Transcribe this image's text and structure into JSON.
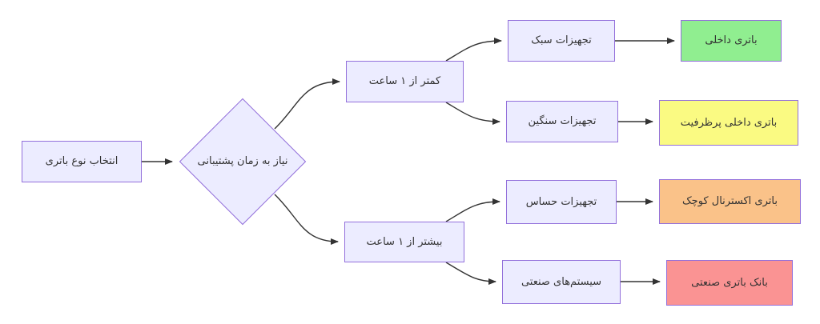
{
  "diagram": {
    "type": "flowchart",
    "direction": "left-to-right",
    "background": "#ffffff",
    "edge_color": "#333333",
    "node_border_color": "#9370DB",
    "default_node_fill": "#ECECFF",
    "default_text_color": "#333333",
    "nodes": {
      "start": {
        "label": "انتخاب نوع باتری",
        "shape": "rect",
        "fill": "#ECECFF"
      },
      "decision": {
        "label": "نیاز به زمان پشتیبانی",
        "shape": "diamond",
        "fill": "#ECECFF"
      },
      "less_than_1_hour": {
        "label": "کمتر از ۱ ساعت",
        "shape": "rect",
        "fill": "#ECECFF"
      },
      "more_than_1_hour": {
        "label": "بیشتر از ۱ ساعت",
        "shape": "rect",
        "fill": "#ECECFF"
      },
      "light_equipment": {
        "label": "تجهیزات سبک",
        "shape": "rect",
        "fill": "#ECECFF"
      },
      "heavy_equipment": {
        "label": "تجهیزات سنگین",
        "shape": "rect",
        "fill": "#ECECFF"
      },
      "sensitive_equipment": {
        "label": "تجهیزات حساس",
        "shape": "rect",
        "fill": "#ECECFF"
      },
      "industrial_systems": {
        "label": "سیستم‌های صنعتی",
        "shape": "rect",
        "fill": "#ECECFF"
      },
      "internal_battery": {
        "label": "باتری داخلی",
        "shape": "rect",
        "fill": "#90EE90"
      },
      "high_capacity_internal_battery": {
        "label": "باتری داخلی پرظرفیت",
        "shape": "rect",
        "fill": "#FAFA82"
      },
      "small_external_battery": {
        "label": "باتری اکسترنال کوچک",
        "shape": "rect",
        "fill": "#FAC289"
      },
      "industrial_battery_bank": {
        "label": "بانک باتری صنعتی",
        "shape": "rect",
        "fill": "#FA9393"
      }
    },
    "edges": [
      {
        "from": "start",
        "to": "decision"
      },
      {
        "from": "decision",
        "to": "less_than_1_hour"
      },
      {
        "from": "decision",
        "to": "more_than_1_hour"
      },
      {
        "from": "less_than_1_hour",
        "to": "light_equipment"
      },
      {
        "from": "less_than_1_hour",
        "to": "heavy_equipment"
      },
      {
        "from": "more_than_1_hour",
        "to": "sensitive_equipment"
      },
      {
        "from": "more_than_1_hour",
        "to": "industrial_systems"
      },
      {
        "from": "light_equipment",
        "to": "internal_battery"
      },
      {
        "from": "heavy_equipment",
        "to": "high_capacity_internal_battery"
      },
      {
        "from": "sensitive_equipment",
        "to": "small_external_battery"
      },
      {
        "from": "industrial_systems",
        "to": "industrial_battery_bank"
      }
    ]
  }
}
